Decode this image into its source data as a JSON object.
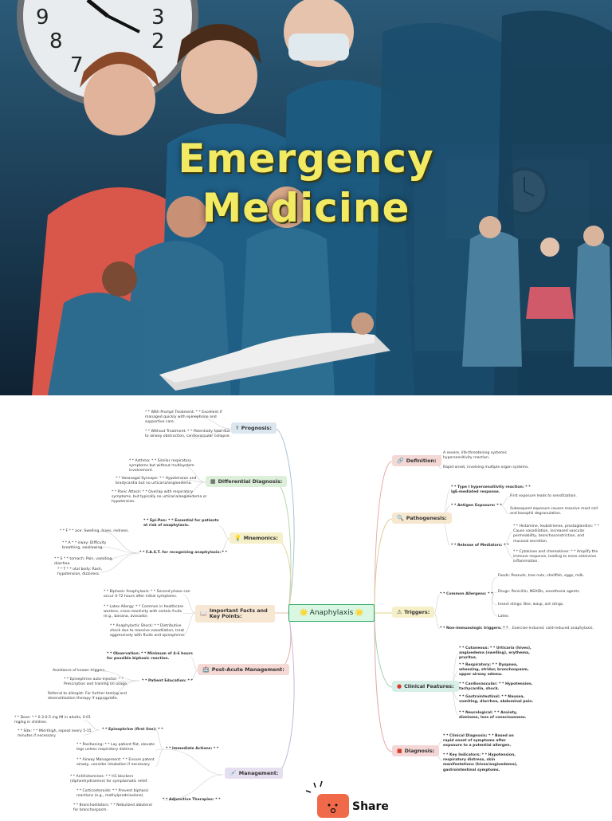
{
  "hero": {
    "title_line1": "Emergency",
    "title_line2": "Medicine",
    "clock_numbers": [
      "9",
      "8",
      "7",
      "3",
      "2"
    ]
  },
  "map": {
    "root": "Anaphylaxis",
    "prognosis": {
      "label": "Prognosis:",
      "items": [
        "* * With Prompt Treatment: * * Excellent if managed quickly with epinephrine and supportive care.",
        "* * Without Treatment: * * Potentially fatal due to airway obstruction, cardiovascular collapse."
      ]
    },
    "differential": {
      "label": "Differential Diagnosis:",
      "items": [
        "* * Asthma: * * Similar respiratory symptoms but without multisystem involvement.",
        "* * Vasovagal Syncope: * * Hypotension and bradycardia but no urticaria/angioedema.",
        "* * Panic Attack: * * Overlap with respiratory symptoms, but typically no urticaria/angioedema or hypotension."
      ]
    },
    "mnemonics": {
      "label": "Mnemonics:",
      "epipen": "* * Epi-Pen: * * Essential for patients at risk of anaphylaxis.",
      "fast": "* * F.A.S.T. for recognizing anaphylaxis: * *",
      "fast_items": [
        "* * F * * ace: Swelling, hives, redness.",
        "* * A * * irway: Difficulty breathing, swallowing.",
        "* * S * * tomach: Pain, vomiting, diarrhea.",
        "* * T * * otal body: Rash, hypotension, dizziness."
      ]
    },
    "facts": {
      "label": "Important Facts and Key Points:",
      "items": [
        "* * Biphasic Anaphylaxis: * * Second phase can occur 4-72 hours after initial symptoms.",
        "* * Latex Allergy: * * Common in healthcare workers, cross-reactivity with certain fruits (e.g., banana, avocado).",
        "* * Anaphylactic Shock: * * Distributive shock due to massive vasodilation, treat aggressively with fluids and epinephrine."
      ]
    },
    "post_acute": {
      "label": "Post-Acute Management:",
      "observation": "* * Observation: * * Minimum of 4-6 hours for possible biphasic reaction.",
      "education": "* * Patient Education: * *",
      "education_items": [
        "Avoidance of known triggers.",
        "* * Epinephrine auto-injector: * * Prescription and training on usage.",
        "Referral to allergist: For further testing and desensitization therapy if appropriate."
      ]
    },
    "management": {
      "label": "Management:",
      "immediate": "* * Immediate Actions: * *",
      "epi": "* * Epinephrine (first line): * *",
      "epi_items": [
        "* * Dose: * * 0.3-0.5 mg IM in adults; 0.01 mg/kg in children.",
        "* * Site: * * Mid-thigh, repeat every 5-15 minutes if necessary."
      ],
      "immediate_items": [
        "* * Positioning: * * Lay patient flat, elevate legs unless respiratory distress.",
        "* * Airway Management: * * Ensure patent airway, consider intubation if necessary."
      ],
      "adjunctive": "* * Adjunctive Therapies: * *",
      "adjunctive_items": [
        "* * Antihistamines: * * H1 blockers (diphenhydramine) for symptomatic relief.",
        "* * Corticosteroids: * * Prevent biphasic reactions (e.g., methylprednisolone).",
        "* * Bronchodilators: * * Nebulized albuterol for bronchospasm."
      ]
    },
    "definition": {
      "label": "Definition:",
      "items": [
        "A severe, life-threatening systemic hypersensitivity reaction.",
        "Rapid onset, involving multiple organ systems."
      ]
    },
    "pathogenesis": {
      "label": "Pathogenesis:",
      "type1": "* * Type I hypersensitivity reaction: * * IgE-mediated response.",
      "antigen": "* * Antigen Exposure: * *",
      "antigen_items": [
        "First exposure leads to sensitization.",
        "Subsequent exposure causes massive mast cell and basophil degranulation."
      ],
      "mediators": "* * Release of Mediators: * *",
      "mediator_items": [
        "* * Histamine, leukotrienes, prostaglandins: * * Cause vasodilation, increased vascular permeability, bronchoconstriction, and mucosal secretion.",
        "* * Cytokines and chemokines: * * Amplify the immune response, leading to more extensive inflammation."
      ]
    },
    "triggers": {
      "label": "Triggers:",
      "common": "* * Common Allergens: * *",
      "common_items": [
        "Foods: Peanuts, tree nuts, shellfish, eggs, milk.",
        "Drugs: Penicillin, NSAIDs, anesthesia agents.",
        "Insect stings: Bee, wasp, ant stings.",
        "Latex."
      ],
      "nonimmuno": "* * Non-immunologic triggers: * *",
      "nonimmuno_item": "Exercise-induced, cold-induced anaphylaxis."
    },
    "clinical": {
      "label": "Clinical Features:",
      "items": [
        "* * Cutaneous: * * Urticaria (hives), angioedema (swelling), erythema, pruritus.",
        "* * Respiratory: * * Dyspnea, wheezing, stridor, bronchospasm, upper airway edema.",
        "* * Cardiovascular: * * Hypotension, tachycardia, shock.",
        "* * Gastrointestinal: * * Nausea, vomiting, diarrhea, abdominal pain.",
        "* * Neurological: * * Anxiety, dizziness, loss of consciousness."
      ]
    },
    "diagnosis": {
      "label": "Diagnosis:",
      "items": [
        "* * Clinical Diagnosis: * * Based on rapid onset of symptoms after exposure to a potential allergen.",
        "* * Key Indicators: * * Hypotension, respiratory distress, skin manifestations (hives/angioedema), gastrointestinal symptoms."
      ]
    }
  },
  "share": {
    "label": "Share"
  },
  "colors": {
    "root_border": "#2eaa6a",
    "root_fill": "#d9f7e3",
    "title": "#f3ea63"
  }
}
